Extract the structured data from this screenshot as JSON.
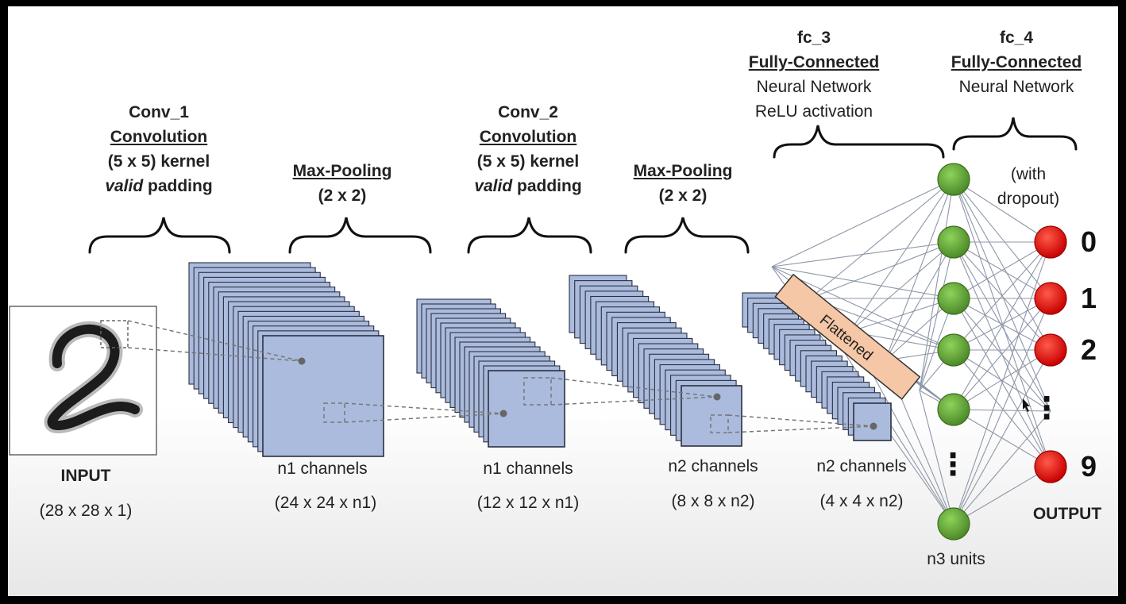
{
  "colors": {
    "feature_map": "#aabbdd",
    "feature_map_edge": "#2c3040",
    "flatten_bar": "#f5c7a6",
    "hidden_unit": "#6aa83f",
    "output_unit": "#ee1111",
    "connection": "#8d97a8",
    "dashed": "#777777"
  },
  "layers": {
    "conv1": {
      "name": "Conv_1",
      "type": "Convolution",
      "kernel": "(5 x 5) kernel",
      "padding_em": "valid",
      "padding_rest": " padding"
    },
    "pool1": {
      "type": "Max-Pooling",
      "size": "(2 x 2)"
    },
    "conv2": {
      "name": "Conv_2",
      "type": "Convolution",
      "kernel": "(5 x 5) kernel",
      "padding_em": "valid",
      "padding_rest": " padding"
    },
    "pool2": {
      "type": "Max-Pooling",
      "size": "(2 x 2)"
    },
    "fc3": {
      "name": "fc_3",
      "type": "Fully-Connected",
      "desc1": "Neural Network",
      "desc2": "ReLU activation"
    },
    "fc4": {
      "name": "fc_4",
      "type": "Fully-Connected",
      "desc1": "Neural Network"
    }
  },
  "dropout": {
    "line1": "(with",
    "line2": "dropout)"
  },
  "flattened": "Flattened",
  "stages": [
    {
      "title": "INPUT",
      "dims": "(28 x 28 x 1)"
    },
    {
      "title": "n1 channels",
      "dims": "(24 x 24 x n1)"
    },
    {
      "title": "n1 channels",
      "dims": "(12 x 12 x n1)"
    },
    {
      "title": "n2 channels",
      "dims": "(8 x 8 x n2)"
    },
    {
      "title": "n2 channels",
      "dims": "(4 x 4 x n2)"
    }
  ],
  "hidden": {
    "units_label": "n3 units",
    "visible_units": 6,
    "ellipsis": "⋮"
  },
  "output": {
    "title": "OUTPUT",
    "digits": [
      "0",
      "1",
      "2",
      "9"
    ],
    "ellipsis": "⋮"
  }
}
